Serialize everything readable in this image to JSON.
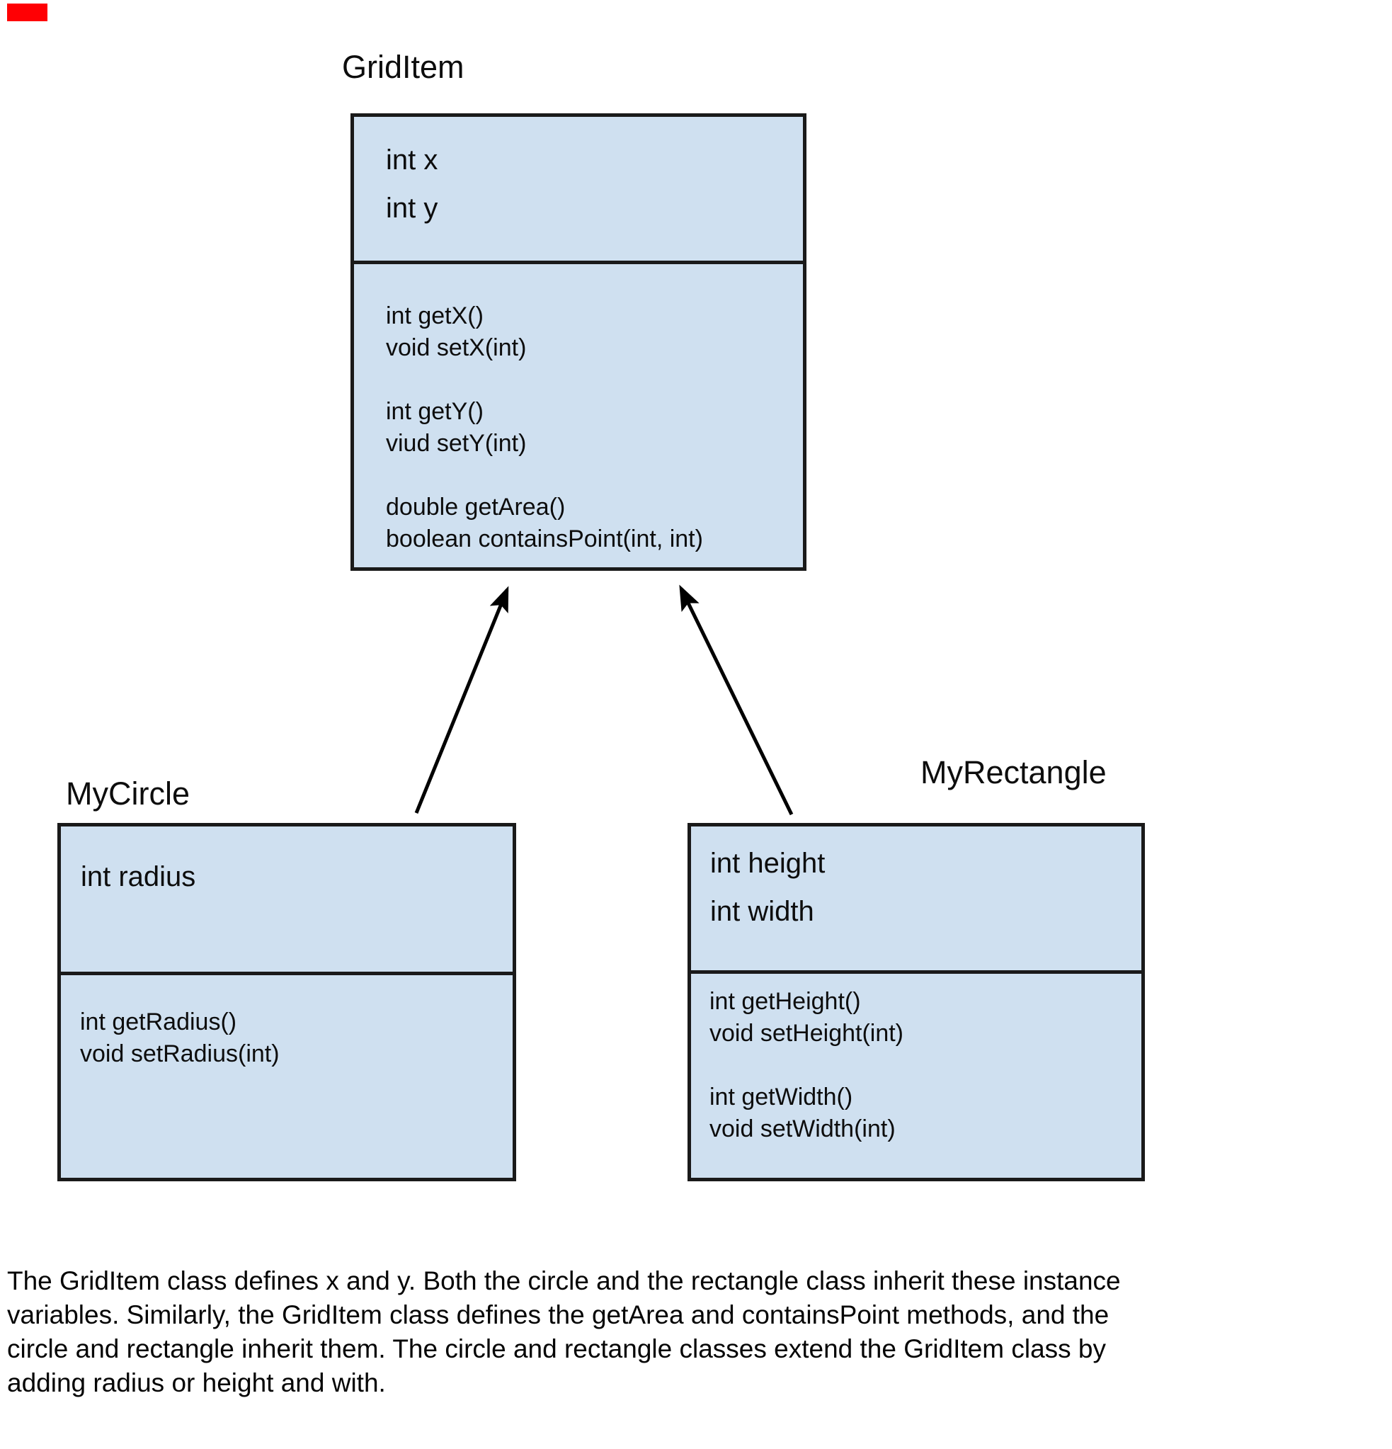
{
  "diagram": {
    "grid_item": {
      "title": "GridItem",
      "fields": "int x\nint y",
      "methods": "int getX()\nvoid setX(int)\n\nint getY()\nviud setY(int)\n\ndouble getArea()\nboolean containsPoint(int, int)"
    },
    "my_circle": {
      "title": "MyCircle",
      "fields": "int radius",
      "methods": "int getRadius()\nvoid setRadius(int)"
    },
    "my_rectangle": {
      "title": "MyRectangle",
      "fields": "int height\nint width",
      "methods": "int getHeight()\nvoid setHeight(int)\n\nint getWidth()\nvoid setWidth(int)"
    },
    "colors": {
      "box_fill": "#cfe0f0",
      "box_border": "#1a1a1a",
      "arrow": "#000000",
      "corner_mark_red": "#ff0004"
    }
  },
  "caption": {
    "text": "The GridItem class defines x and y. Both the circle and the rectangle class inherit these instance\nvariables. Similarly, the GridItem class defines the getArea and containsPoint methods, and the\ncircle and rectangle inherit them. The circle and rectangle classes extend the GridItem class by\nadding radius or height and with."
  }
}
